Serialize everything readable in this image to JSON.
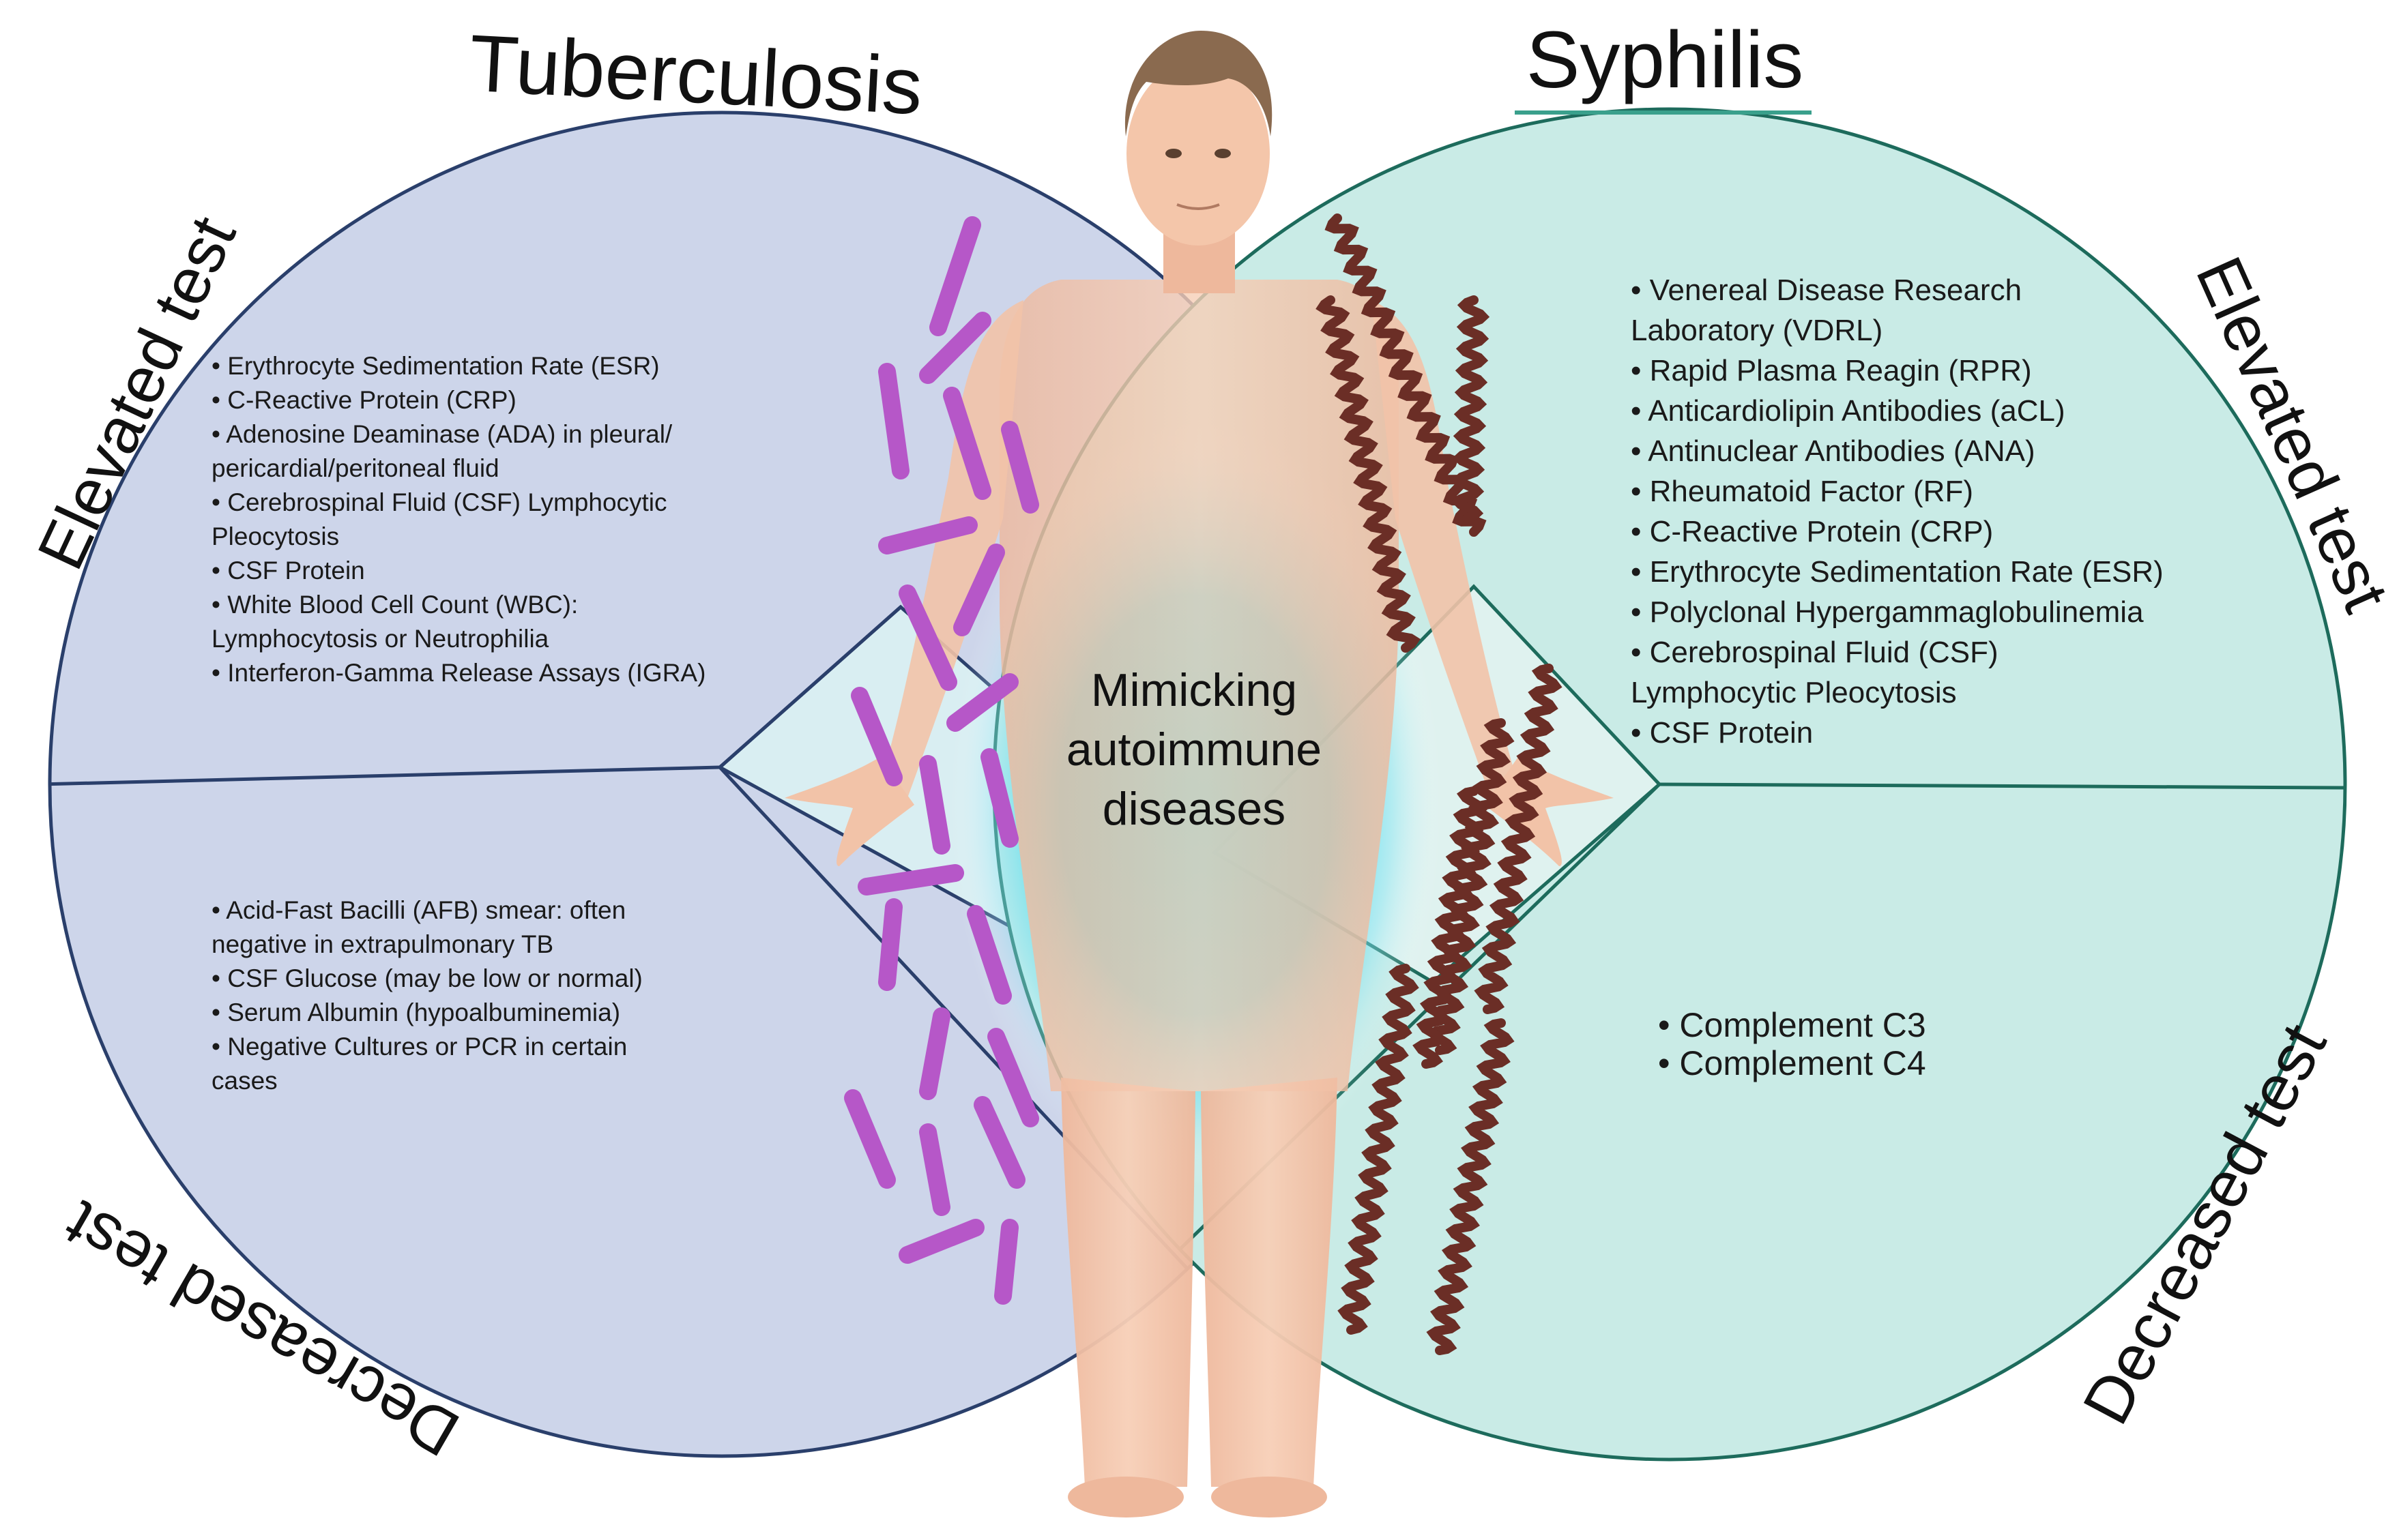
{
  "tuberculosis": {
    "title": "Tuberculosis",
    "elevated_label": "Elevated test",
    "decreased_label": "Decreased test",
    "elevated_tests": [
      "• Erythrocyte Sedimentation Rate (ESR)",
      "• C-Reactive Protein (CRP)",
      "• Adenosine Deaminase (ADA) in pleural/",
      "pericardial/peritoneal fluid",
      "• Cerebrospinal Fluid (CSF) Lymphocytic",
      "Pleocytosis",
      "• CSF Protein",
      "• White Blood Cell Count (WBC):",
      "Lymphocytosis or Neutrophilia",
      "• Interferon-Gamma Release Assays (IGRA)"
    ],
    "decreased_tests": [
      "• Acid-Fast Bacilli (AFB) smear: often",
      "negative in extrapulmonary TB",
      "• CSF Glucose (may be low or normal)",
      "• Serum Albumin (hypoalbuminemia)",
      "• Negative Cultures or PCR in certain",
      "cases"
    ]
  },
  "syphilis": {
    "title": "Syphilis",
    "elevated_label": "Elevated test",
    "decreased_label": "Decreased test",
    "elevated_tests": [
      "• Venereal Disease Research",
      "Laboratory (VDRL)",
      "• Rapid Plasma Reagin (RPR)",
      "• Anticardiolipin Antibodies (aCL)",
      "• Antinuclear Antibodies (ANA)",
      "• Rheumatoid Factor (RF)",
      "• C-Reactive Protein (CRP)",
      "• Erythrocyte Sedimentation Rate (ESR)",
      "• Polyclonal Hypergammaglobulinemia",
      "• Cerebrospinal Fluid (CSF)",
      "Lymphocytic Pleocytosis",
      "• CSF Protein"
    ],
    "decreased_tests": [
      "• Complement C3",
      "• Complement C4"
    ]
  },
  "center": {
    "lines": [
      "Mimicking",
      "autoimmune",
      "diseases"
    ]
  },
  "colors": {
    "tb_fill": "#cdd5ea",
    "tb_border": "#2a3f6b",
    "syphilis_fill": "#c9ebe6",
    "syphilis_border": "#1d6b5c",
    "glow": "#00d7f0",
    "bacilli": "#b657c8",
    "spirochete": "#6b2e26",
    "skin": "#f5c8ae",
    "hair": "#8a6a4f"
  },
  "icons": [
    "human-figure-icon",
    "tb-bacilli-icon",
    "spirochete-icon"
  ]
}
